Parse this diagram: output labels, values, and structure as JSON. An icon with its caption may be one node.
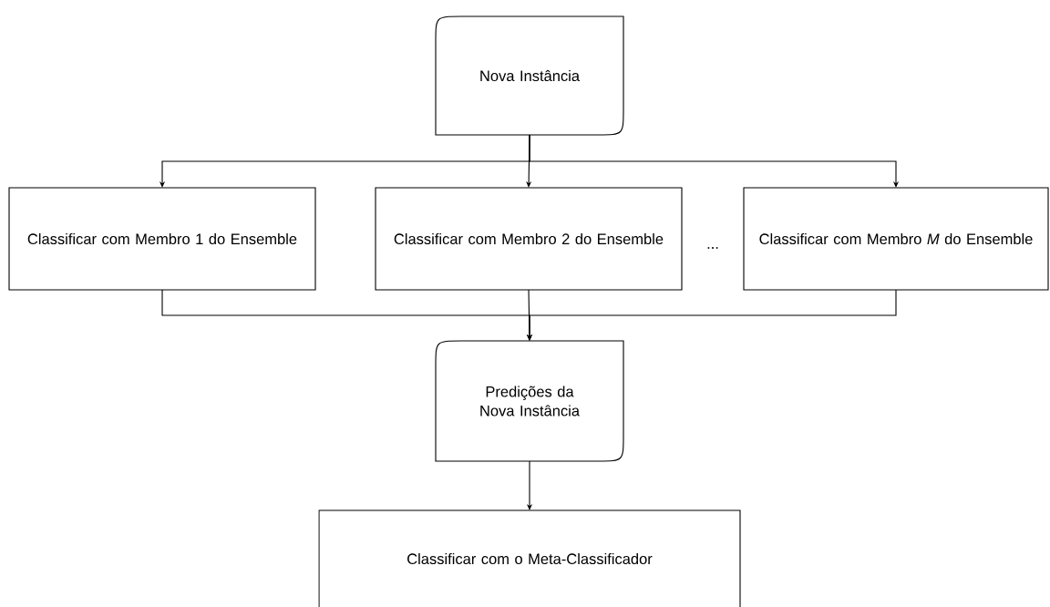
{
  "diagram": {
    "nodes": [
      {
        "text": [
          "Nova Instância"
        ]
      },
      {
        "text": [
          "Classificar com Membro 1 do Ensemble"
        ]
      },
      {
        "text": [
          "Classificar com Membro 2 do Ensemble"
        ]
      },
      {
        "text": [
          "Classificar com Membro *M* do Ensemble"
        ]
      },
      {
        "text": [
          "Predições da Nova Instância"
        ]
      },
      {
        "text": [
          "Classificar com o Meta-Classificador"
        ]
      }
    ],
    "edges": [
      {
        "from": 0,
        "to": 1,
        "arrow": "to"
      },
      {
        "from": 0,
        "to": 2,
        "arrow": "to"
      },
      {
        "from": 0,
        "to": 3,
        "arrow": "to"
      },
      {
        "from": 1,
        "to": 4,
        "arrow": "to"
      },
      {
        "from": 2,
        "to": 4,
        "arrow": "to"
      },
      {
        "from": 3,
        "to": 4,
        "arrow": "to"
      },
      {
        "from": 4,
        "to": 5,
        "arrow": "to"
      }
    ],
    "labels": [
      "..."
    ]
  }
}
